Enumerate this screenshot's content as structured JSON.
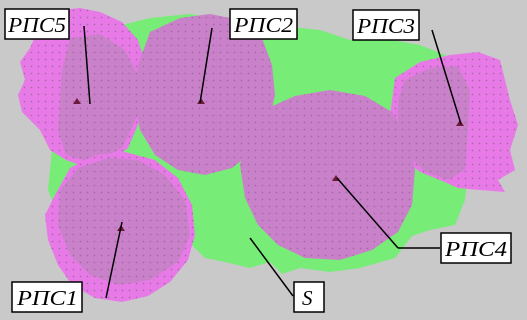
{
  "labels": {
    "rps1": "РПС1",
    "rps2": "РПС2",
    "rps3": "РПС3",
    "rps4": "РПС4",
    "rps5": "РПС5",
    "s": "S"
  },
  "colors": {
    "background": "#c9c9c9",
    "coverage_area": "#77ec77",
    "zone_fill": "#e87ae8",
    "zone_overlap": "#c982c9",
    "grid_dot": "#a868a8",
    "station_marker": "#6b1a3a",
    "label_box": "#ffffff",
    "stroke": "#000000"
  }
}
